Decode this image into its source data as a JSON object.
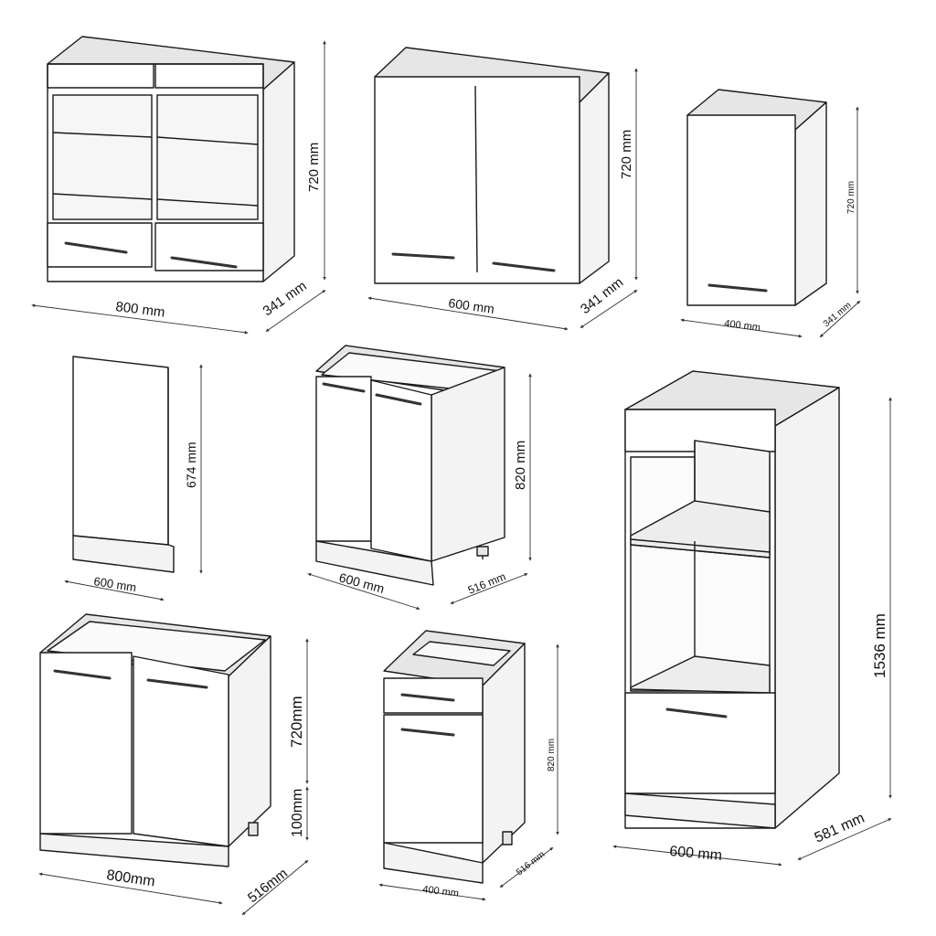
{
  "figure": {
    "cabinets": [
      {
        "id": "wall-glass-800",
        "labels": {
          "width": "800 mm",
          "height": "720 mm",
          "depth": "341 mm"
        }
      },
      {
        "id": "wall-600",
        "labels": {
          "width": "600 mm",
          "height": "720 mm",
          "depth": "341 mm"
        }
      },
      {
        "id": "wall-400",
        "labels": {
          "width": "400 mm",
          "height": "720 mm",
          "depth": "341 mm"
        }
      },
      {
        "id": "dishwasher-panel-600",
        "labels": {
          "width": "600 mm",
          "height": "674 mm"
        }
      },
      {
        "id": "base-600",
        "labels": {
          "width": "600 mm",
          "height": "820 mm",
          "depth": "516 mm"
        }
      },
      {
        "id": "tall-oven-600",
        "labels": {
          "width": "600 mm",
          "height": "1536 mm",
          "depth": "581 mm"
        }
      },
      {
        "id": "sink-base-800",
        "labels": {
          "width": "800mm",
          "height": "720mm",
          "plinth": "100mm",
          "depth": "516mm"
        }
      },
      {
        "id": "drawer-base-400",
        "labels": {
          "width": "400 mm",
          "height": "820 mm",
          "depth": "516 mm"
        }
      }
    ],
    "colors": {
      "line": "#1a1a1a",
      "panel": "#ffffff",
      "shade": "#e6e6e6",
      "background": "#ffffff"
    }
  }
}
